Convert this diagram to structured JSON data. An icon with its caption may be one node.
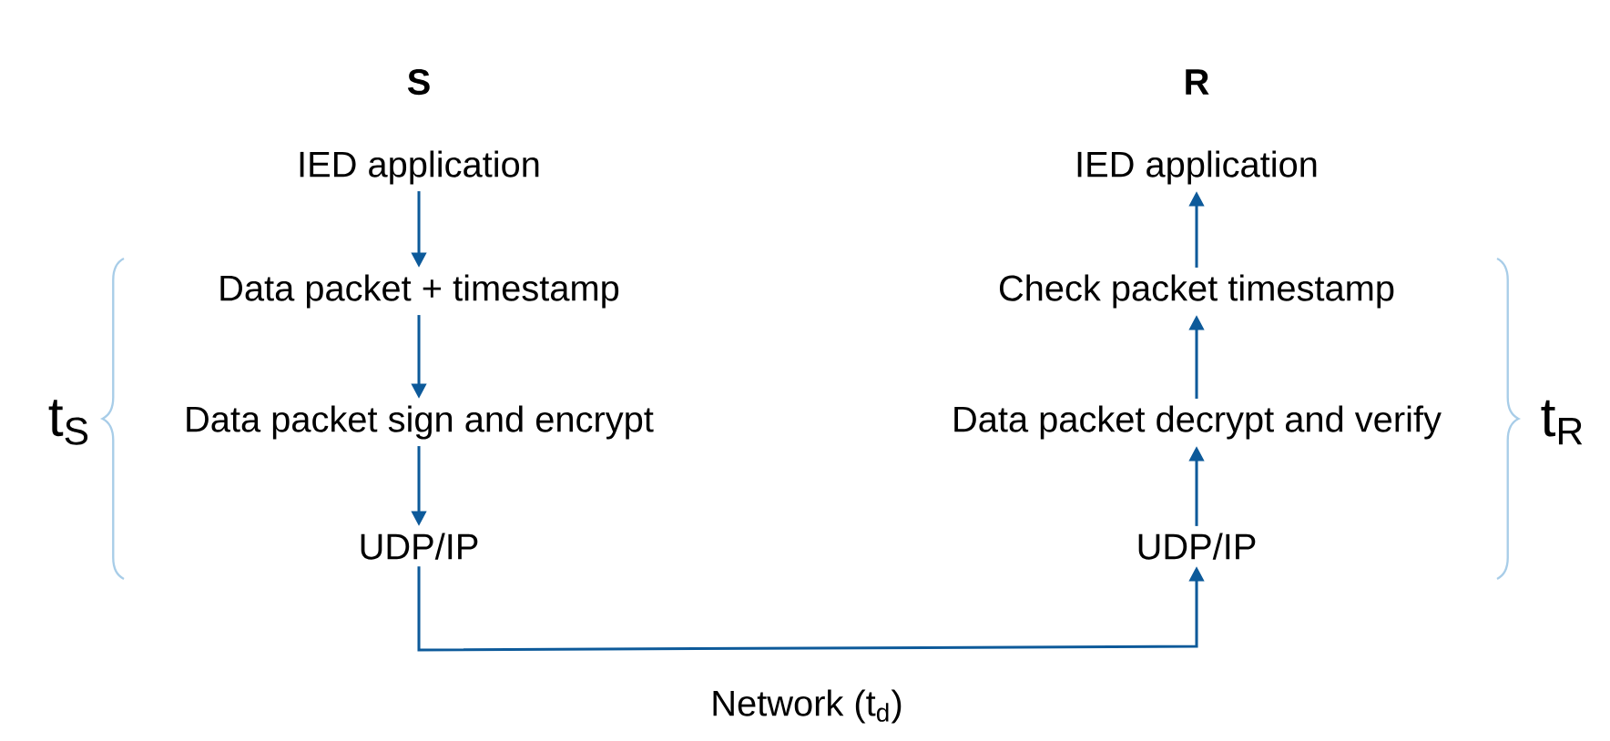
{
  "diagram": {
    "nodes": [
      {
        "text": [
          "IED application"
        ]
      },
      {
        "text": [
          "Data packet + timestamp"
        ]
      },
      {
        "text": [
          "Data packet sign and encrypt"
        ]
      },
      {
        "text": [
          "UDP/IP"
        ]
      },
      {
        "text": [
          "IED application"
        ]
      },
      {
        "text": [
          "Check packet timestamp"
        ]
      },
      {
        "text": [
          "Data packet decrypt and verify"
        ]
      },
      {
        "text": [
          "UDP/IP"
        ]
      }
    ],
    "edges": [
      {
        "from": 0,
        "to": 1,
        "arrow": "to"
      },
      {
        "from": 1,
        "to": 2,
        "arrow": "to"
      },
      {
        "from": 2,
        "to": 3,
        "arrow": "to"
      },
      {
        "from": 3,
        "to": 7,
        "arrow": "to",
        "label": "Network (t$_{d}$)"
      },
      {
        "from": 7,
        "to": 6,
        "arrow": "to"
      },
      {
        "from": 6,
        "to": 5,
        "arrow": "to"
      },
      {
        "from": 5,
        "to": 4,
        "arrow": "to"
      }
    ],
    "labels": [
      "S",
      "R",
      "t$_{S}$",
      "t$_{R}$"
    ]
  }
}
